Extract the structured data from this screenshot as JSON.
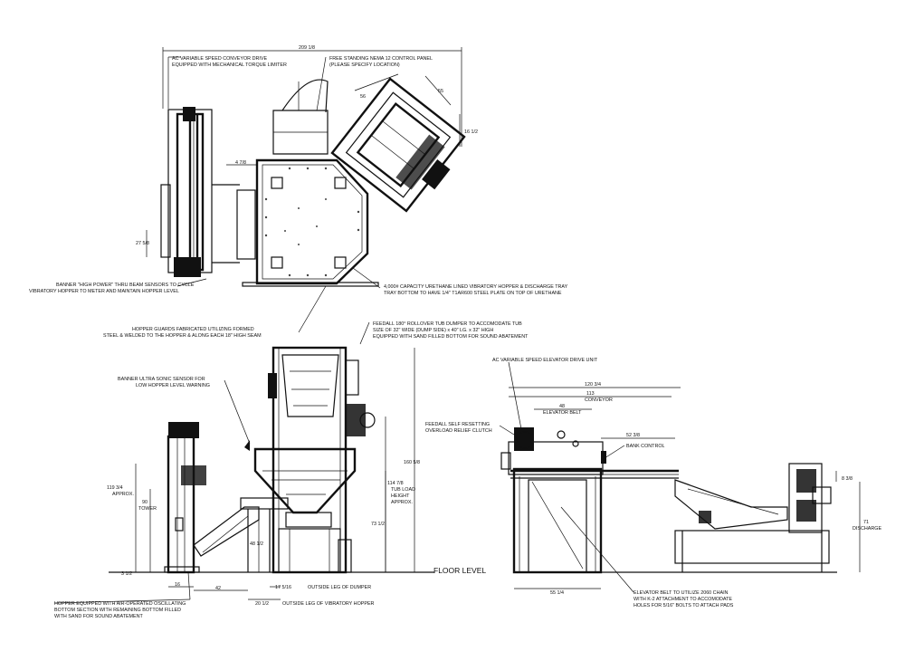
{
  "notes": {
    "conveyor_drive": [
      "AC VARIABLE SPEED CONVEYOR DRIVE",
      "EQUIPPED WITH MECHANICAL TORQUE LIMITER"
    ],
    "control_panel": [
      "FREE STANDING NEMA 12 CONTROL PANEL",
      "(PLEASE SPECIFY LOCATION)"
    ],
    "banner_sensors": [
      "BANNER \"HIGH POWER\" THRU BEAM SENSORS TO CYCLE",
      "VIBRATORY HOPPER TO METER AND MAINTAIN HOPPER LEVEL"
    ],
    "hopper_capacity": [
      "4,000# CAPACITY URETHANE LINED VIBRATORY HOPPER & DISCHARGE TRAY",
      "TRAY BOTTOM TO HAVE 1/4\" T1AR600 STEEL PLATE ON TOP OF URETHANE"
    ],
    "hopper_guards": [
      "HOPPER GUARDS FABRICATED UTILIZING FORMED",
      "STEEL & WELDED TO THE HOPPER & ALONG EACH 18\" HIGH SEAM"
    ],
    "tub_dumper": [
      "FEEDALL 180° ROLLOVER TUB DUMPER TO ACCOMODATE TUB",
      "SIZE OF 32\" WIDE (DUMP SIDE) x 40\" LG. x 32\" HIGH",
      "EQUIPPED WITH SAND FILLED BOTTOM FOR SOUND ABATEMENT"
    ],
    "ultrasonic": [
      "BANNER ULTRA SONIC SENSOR FOR",
      "LOW HOPPER LEVEL WARNING"
    ],
    "elevator_drive": [
      "AC VARIABLE SPEED ELEVATOR DRIVE UNIT"
    ],
    "clutch": [
      "FEEDALL SELF RESETTING",
      "OVERLOAD RELIEF CLUTCH"
    ],
    "bank_control": [
      "BANK CONTROL"
    ],
    "hopper_bottom": [
      "HOPPER EQUIPPED WITH AIR-OPERATED OSCILLATING",
      "BOTTOM SECTION WITH REMAINING BOTTOM FILLED",
      "WITH SAND FOR SOUND ABATEMENT"
    ],
    "elevator_belt_note": [
      "ELEVATOR BELT TO UTILIZE 2060 CHAIN",
      "WITH K-2 ATTACHMENT TO ACCOMODATE",
      "HOLES FOR 5/16\" BOLTS TO ATTACH PADS"
    ]
  },
  "dims": {
    "top_209": "209 1/8",
    "top_56": "56",
    "top_55": "55",
    "top_16": "16 1/2",
    "top_4": "4 7/8",
    "top_27": "27 5/8",
    "elev_119": "119 3/4",
    "approx": "APPROX.",
    "elev_90": "90",
    "tower": "TOWER",
    "elev_3": "3 1/2",
    "elev_16": "16",
    "elev_42": "42",
    "elev_48": "48 1/2",
    "elev_20": "20 1/2",
    "elev_17": "17 5/16",
    "outside_dumper": "OUTSIDE LEG OF DUMPER",
    "outside_hopper": "OUTSIDE LEG OF VIBRATORY HOPPER",
    "elev_160": "160 5/8",
    "elev_114": "114 7/8",
    "tub_load": [
      "TUB LOAD",
      "HEIGHT",
      "APPROX."
    ],
    "elev_73": "73 1/2",
    "side_120": "120 3/4",
    "side_113": "113",
    "conveyor": "CONVEYOR",
    "side_48": "48",
    "elevator_belt": "ELEVATOR BELT",
    "side_52": "52 3/8",
    "side_8": "8 3/8",
    "side_71": "71",
    "discharge": "DISCHARGE",
    "side_55": "55 1/4"
  },
  "floor_level": "FLOOR LEVEL"
}
